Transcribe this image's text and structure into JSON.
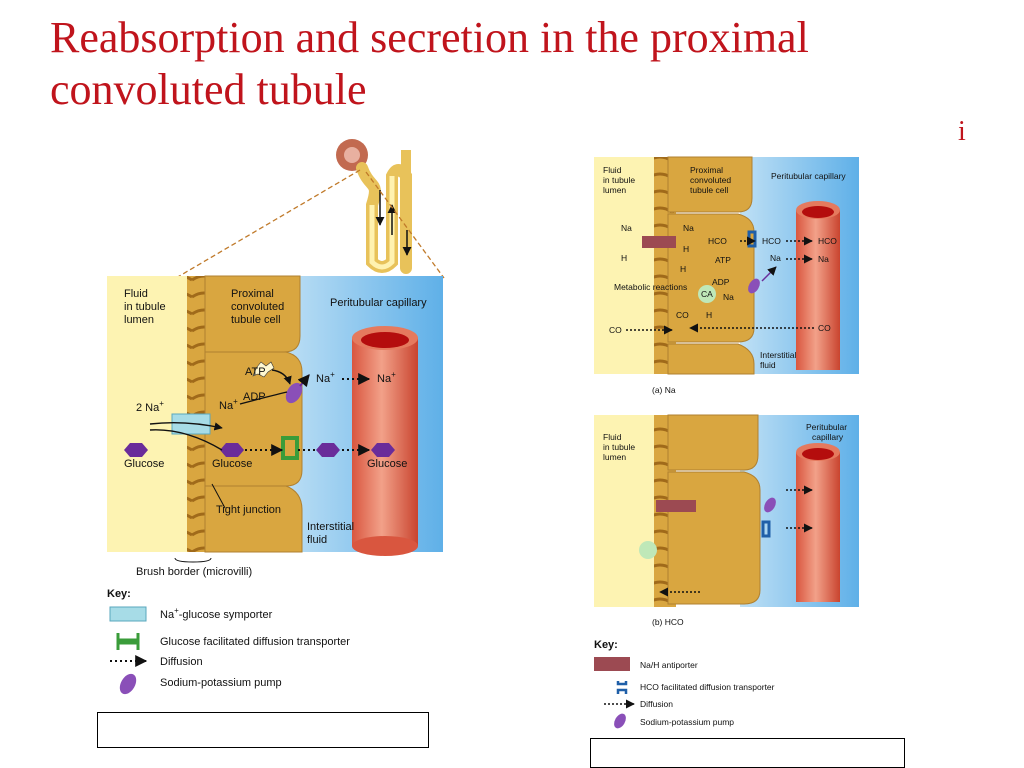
{
  "title": "Reabsorption and secretion in the proximal convoluted tubule",
  "corner_mark": "i",
  "left_diagram": {
    "lumen_label": [
      "Fluid",
      "in tubule",
      "lumen"
    ],
    "cell_label": [
      "Proximal",
      "convoluted",
      "tubule cell"
    ],
    "capillary_label": "Peritubular capillary",
    "atp": "ATP",
    "adp": "ADP",
    "na_cell": "Na",
    "na_cap1": "Na",
    "na_cap2": "Na",
    "two_na": "2 Na",
    "plus": "+",
    "glucose_lumen": "Glucose",
    "glucose_cell": "Glucose",
    "glucose_cap": "Glucose",
    "tight_junction": "Tight junction",
    "interstitial": [
      "Interstitial",
      "fluid"
    ],
    "brush_border": "Brush border (microvilli)",
    "key_title": "Key:",
    "key": [
      "Na",
      "-glucose symporter",
      "Glucose facilitated diffusion transporter",
      "Diffusion",
      "Sodium-potassium pump"
    ]
  },
  "right_a": {
    "lumen_label": [
      "Fluid",
      "in tubule",
      "lumen"
    ],
    "cell_label": [
      "Proximal",
      "convoluted",
      "tubule cell"
    ],
    "capillary_label": "Peritubular capillary",
    "na_l": "Na",
    "na_r": "Na",
    "h_l": "H",
    "h_r": "H",
    "hco3_1": "HCO",
    "hco3_2": "HCO",
    "hco3_3": "HCO",
    "atp": "ATP",
    "adp": "ADP",
    "h2co3": "H",
    "metabolic": "Metabolic reactions",
    "ca": "CA",
    "na_pump": "Na",
    "na_cap1": "Na",
    "na_cap2": "Na",
    "co2_l": "CO",
    "co2_c": "CO",
    "co2_r": "CO",
    "h2o": "H",
    "interstitial": [
      "Interstitial",
      "fluid"
    ],
    "caption": "(a) Na"
  },
  "right_b": {
    "lumen_label": [
      "Fluid",
      "in tubule",
      "lumen"
    ],
    "capillary_label": [
      "Peritubular",
      "capillary"
    ],
    "caption": "(b) HCO"
  },
  "right_key": {
    "title": "Key:",
    "items": [
      "Na",
      "/H",
      " antiporter",
      "HCO",
      " facilitated diffusion transporter",
      "Diffusion",
      "Sodium-potassium pump"
    ]
  }
}
